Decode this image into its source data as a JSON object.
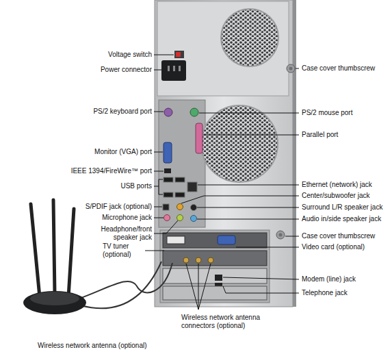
{
  "diagram": {
    "labels": [
      "Voltage switch",
      "Power connector",
      "PS/2 keyboard port",
      "Monitor (VGA) port",
      "IEEE 1394/FireWire™ port",
      "USB ports",
      "S/PDIF jack (optional)",
      "Microphone jack",
      "Headphone/front speaker jack",
      "TV tuner (optional)",
      "Wireless network antenna connectors (optional)",
      "Wireless network antenna (optional)",
      "Case cover thumbscrew",
      "PS/2 mouse port",
      "Parallel port",
      "Ethernet (network) jack",
      "Center/subwoofer jack",
      "Surround L/R speaker jack",
      "Audio in/side speaker jack",
      "Case cover thumbscrew",
      "Video card (optional)",
      "Modem (line) jack",
      "Telephone jack"
    ]
  }
}
